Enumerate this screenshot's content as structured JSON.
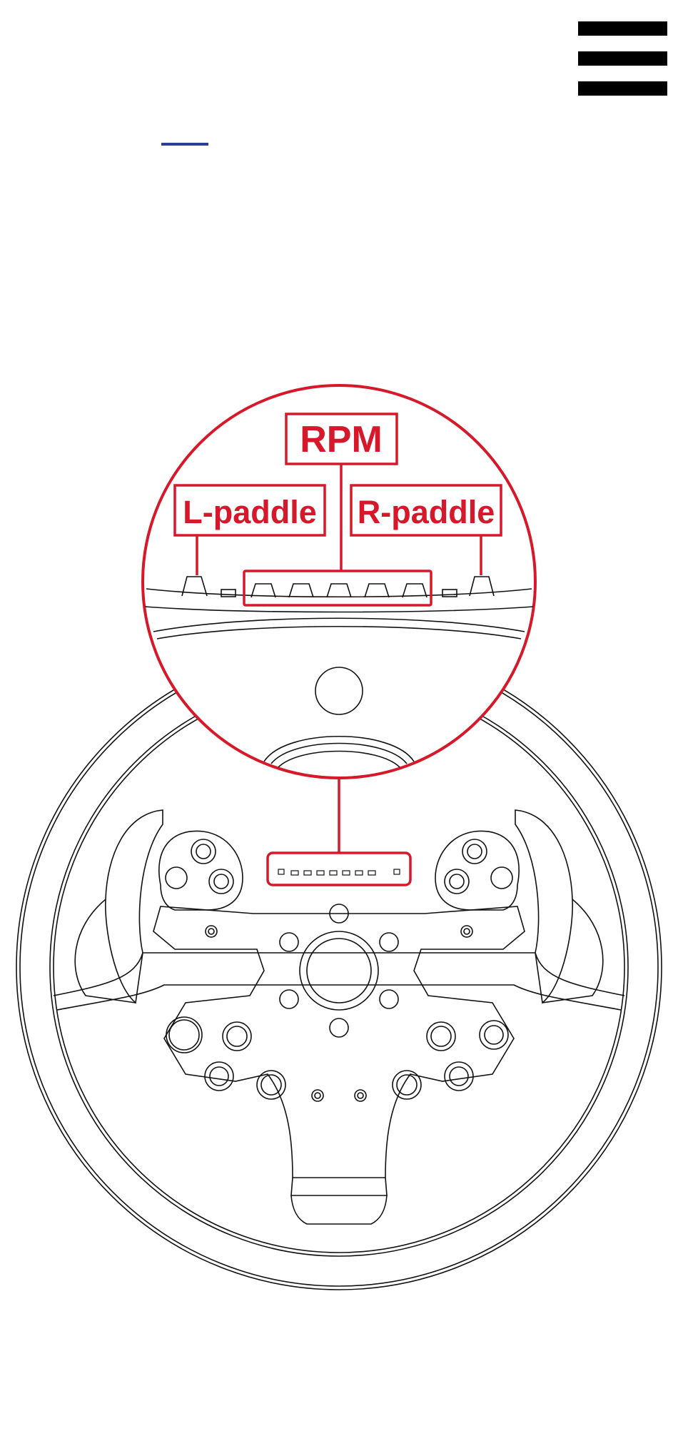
{
  "header": {
    "menu_icon": "hamburger-menu-icon",
    "accent_color": "#2b3f99"
  },
  "diagram": {
    "labels": {
      "rpm": "RPM",
      "l_paddle": "L-paddle",
      "r_paddle": "R-paddle"
    },
    "highlight_color": "#d7182a",
    "line_color": "#111111"
  }
}
